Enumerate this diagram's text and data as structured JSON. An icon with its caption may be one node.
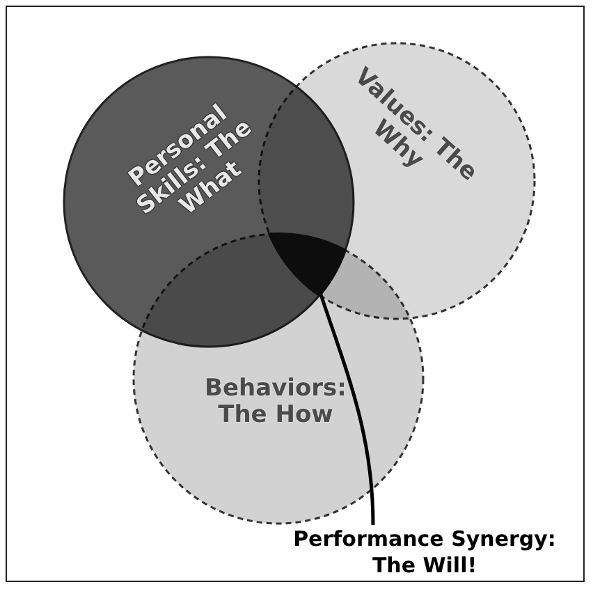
{
  "diagram": {
    "nodes": [
      {
        "text": [
          "Personal Skills: The What"
        ]
      },
      {
        "text": [
          "Values: The Why"
        ]
      },
      {
        "text": [
          "Behaviors: The How"
        ]
      },
      {
        "text": [],
        "shape": "circle"
      },
      {
        "text": [
          "Performance Synergy: The Will!"
        ]
      }
    ],
    "edges": [
      {
        "from": 4,
        "to": 3,
        "arrow": "none"
      }
    ]
  }
}
